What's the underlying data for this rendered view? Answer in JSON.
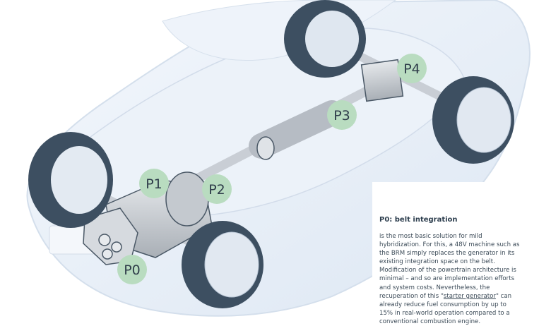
{
  "diagram": {
    "positions": [
      {
        "id": "P0",
        "label": "P0"
      },
      {
        "id": "P1",
        "label": "P1"
      },
      {
        "id": "P2",
        "label": "P2"
      },
      {
        "id": "P3",
        "label": "P3"
      },
      {
        "id": "P4",
        "label": "P4"
      }
    ]
  },
  "info": {
    "title": "P0: belt integration",
    "body_before_link": "is the most basic solution for mild hybridization. For this, a 48V machine such as the BRM simply replaces the generator in its existing integration space on the belt. Modification of the powertrain architecture is minimal – and so are implementation efforts and system costs. Nevertheless, the recuperation of this \"",
    "link_text": "starter generator",
    "body_after_link": "\" can already reduce fuel consumption by up to 15% in real-world operation compared to a conventional combustion engine."
  },
  "colors": {
    "badge": "#b9dcc0",
    "car_body": "#e6eef8",
    "tire": "#3d4f61",
    "metal": "#c8ccd2"
  }
}
